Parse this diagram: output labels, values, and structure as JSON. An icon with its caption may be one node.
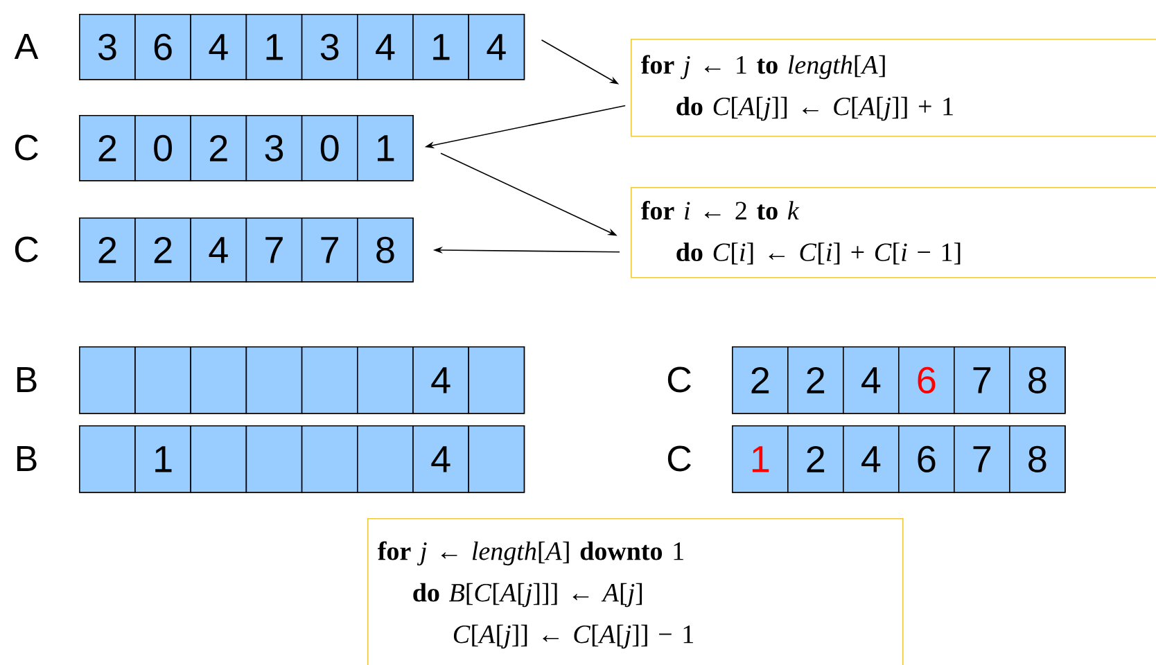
{
  "diagram": {
    "nodes": [
      {
        "text": [],
        "shape": "box",
        "beside": [
          "A"
        ]
      },
      {
        "text": [
          "3"
        ],
        "in": 0
      },
      {
        "text": [
          "6"
        ],
        "in": 0
      },
      {
        "text": [
          "4"
        ],
        "in": 0
      },
      {
        "text": [
          "1"
        ],
        "in": 0
      },
      {
        "text": [
          "3"
        ],
        "in": 0
      },
      {
        "text": [
          "4"
        ],
        "in": 0
      },
      {
        "text": [
          "1"
        ],
        "in": 0
      },
      {
        "text": [
          "4"
        ],
        "in": 0
      },
      {
        "text": [
          "**for** *j* ← 1 **to** *length*[*A*]",
          "**do** *C*[*A*[*j*]] ← *C*[*A*[*j*]] + 1"
        ]
      },
      {
        "text": [],
        "shape": "box",
        "beside": [
          "C"
        ]
      },
      {
        "text": [
          "2"
        ],
        "in": 10
      },
      {
        "text": [
          "0"
        ],
        "in": 10
      },
      {
        "text": [
          "2"
        ],
        "in": 10
      },
      {
        "text": [
          "3"
        ],
        "in": 10
      },
      {
        "text": [
          "0"
        ],
        "in": 10
      },
      {
        "text": [
          "1"
        ],
        "in": 10
      },
      {
        "text": [
          "**for** *i* ← 2 **to** *k*",
          "**do** *C*[*i*] ← *C*[*i*] + *C*[*i* − 1]"
        ]
      },
      {
        "text": [],
        "shape": "box",
        "beside": [
          "C"
        ]
      },
      {
        "text": [
          "2"
        ],
        "in": 18
      },
      {
        "text": [
          "2"
        ],
        "in": 18
      },
      {
        "text": [
          "4"
        ],
        "in": 18
      },
      {
        "text": [
          "7"
        ],
        "in": 18
      },
      {
        "text": [
          "7"
        ],
        "in": 18
      },
      {
        "text": [
          "8"
        ],
        "in": 18
      },
      {
        "text": [],
        "shape": "box",
        "beside": [
          "B"
        ]
      },
      {
        "text": [],
        "shape": "box",
        "in": 25
      },
      {
        "text": [],
        "shape": "box",
        "in": 25
      },
      {
        "text": [],
        "shape": "box",
        "in": 25
      },
      {
        "text": [],
        "shape": "box",
        "in": 25
      },
      {
        "text": [],
        "shape": "box",
        "in": 25
      },
      {
        "text": [],
        "shape": "box",
        "in": 25
      },
      {
        "text": [
          "4"
        ],
        "in": 25
      },
      {
        "text": [],
        "shape": "box",
        "in": 25
      },
      {
        "text": [],
        "shape": "box",
        "beside": [
          "C"
        ]
      },
      {
        "text": [
          "2"
        ],
        "in": 34
      },
      {
        "text": [
          "2"
        ],
        "in": 34
      },
      {
        "text": [
          "4"
        ],
        "in": 34
      },
      {
        "text": [
          "6"
        ],
        "in": 34
      },
      {
        "text": [
          "7"
        ],
        "in": 34
      },
      {
        "text": [
          "8"
        ],
        "in": 34
      },
      {
        "text": [],
        "shape": "box",
        "beside": [
          "B"
        ]
      },
      {
        "text": [],
        "shape": "box",
        "in": 41
      },
      {
        "text": [
          "1"
        ],
        "in": 41
      },
      {
        "text": [],
        "shape": "box",
        "in": 41
      },
      {
        "text": [],
        "shape": "box",
        "in": 41
      },
      {
        "text": [],
        "shape": "box",
        "in": 41
      },
      {
        "text": [],
        "shape": "box",
        "in": 41
      },
      {
        "text": [
          "4"
        ],
        "in": 41
      },
      {
        "text": [],
        "shape": "box",
        "in": 41
      },
      {
        "text": [],
        "shape": "box",
        "beside": [
          "C"
        ]
      },
      {
        "text": [
          "1"
        ],
        "in": 50
      },
      {
        "text": [
          "2"
        ],
        "in": 50
      },
      {
        "text": [
          "4"
        ],
        "in": 50
      },
      {
        "text": [
          "6"
        ],
        "in": 50
      },
      {
        "text": [
          "7"
        ],
        "in": 50
      },
      {
        "text": [
          "8"
        ],
        "in": 50
      },
      {
        "text": [
          "**for** *j* ← *length*[*A*] **downto** 1",
          "**do** *B*[*C*[*A*[*j*]]] ← *A*[*j*]",
          "*C*[*A*[*j*]] ← *C*[*A*[*j*]] − 1"
        ]
      }
    ],
    "edges": [
      {
        "from": 0,
        "to": 9,
        "arrow": "to"
      },
      {
        "from": 9,
        "to": 10,
        "arrow": "to"
      },
      {
        "from": 10,
        "to": 17,
        "arrow": "to"
      },
      {
        "from": 17,
        "to": 18,
        "arrow": "to"
      }
    ]
  }
}
